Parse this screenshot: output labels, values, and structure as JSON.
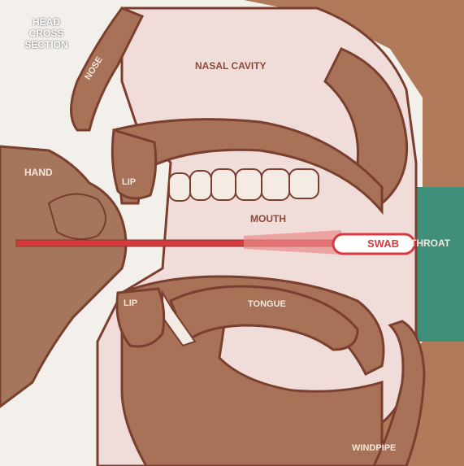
{
  "labels": {
    "head_cross_section": [
      "HEAD",
      "CROSS",
      "SECTION"
    ],
    "nose": "NOSE",
    "nasal_cavity": "NASAL CAVITY",
    "hand": "HAND",
    "lip_upper": "LIP",
    "mouth": "MOUTH",
    "swab": "SWAB",
    "throat": "THROAT",
    "lip_lower": "LIP",
    "tongue": "TONGUE",
    "windpipe": "WINDPIPE"
  },
  "colors": {
    "background": "#f1ece6",
    "flesh_inner": "#f0dcd8",
    "bone_brown": "#a87258",
    "skin_outline": "#7a3f2e",
    "hand": "#a5755c",
    "swab_red": "#d8393e",
    "throat_teal": "#3f8f7a",
    "outer_skin": "#b07a5a"
  }
}
